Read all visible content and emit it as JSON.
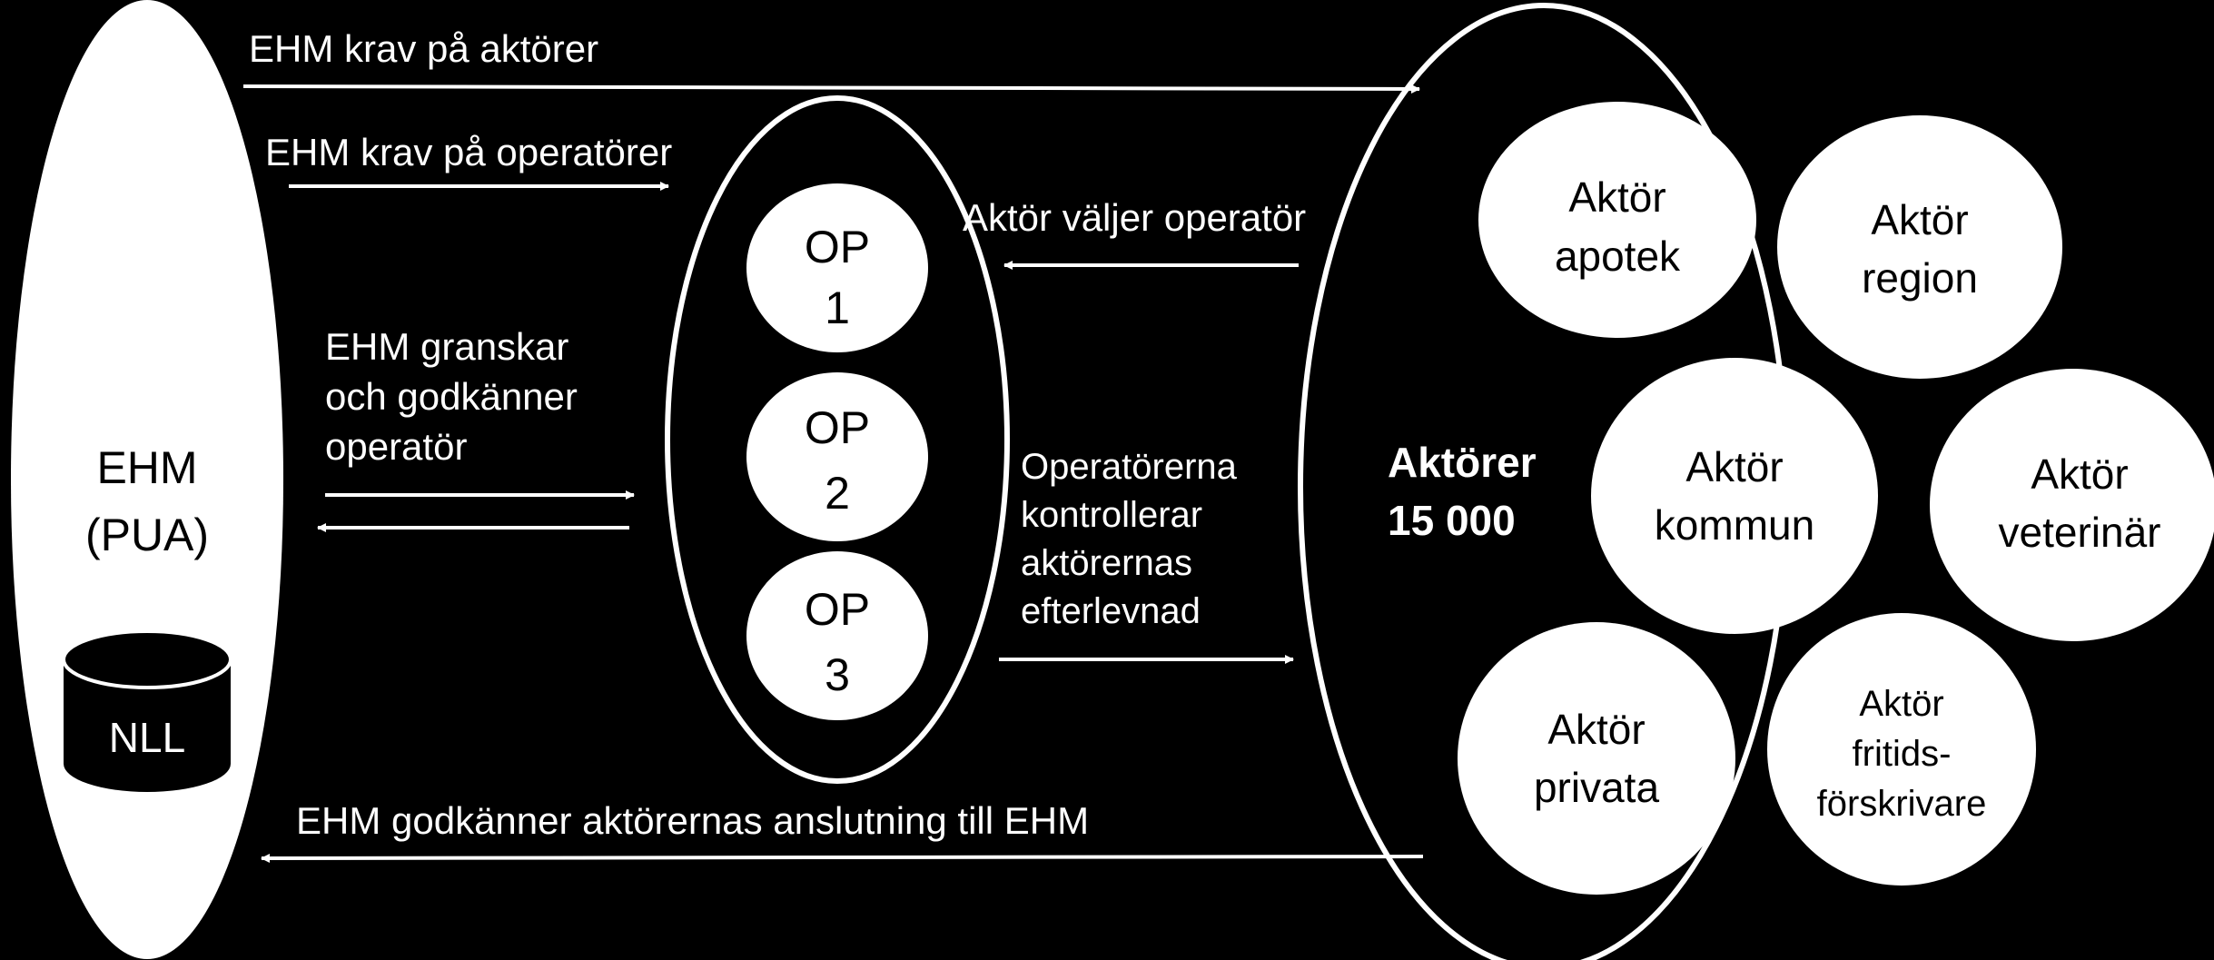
{
  "ehm": {
    "line1": "EHM",
    "line2": "(PUA)"
  },
  "nll": "NLL",
  "operators": [
    {
      "line1": "OP",
      "line2": "1"
    },
    {
      "line1": "OP",
      "line2": "2"
    },
    {
      "line1": "OP",
      "line2": "3"
    }
  ],
  "actors_group": {
    "line1": "Aktörer",
    "line2": "15 000"
  },
  "actors": [
    {
      "lines": [
        "Aktör",
        "apotek"
      ]
    },
    {
      "lines": [
        "Aktör",
        "region"
      ]
    },
    {
      "lines": [
        "Aktör",
        "kommun"
      ]
    },
    {
      "lines": [
        "Aktör",
        "veterinär"
      ]
    },
    {
      "lines": [
        "Aktör",
        "privata"
      ]
    },
    {
      "lines": [
        "Aktör",
        "fritids-",
        "förskrivare"
      ]
    }
  ],
  "labels": {
    "krav_aktorer": "EHM krav på aktörer",
    "krav_operatorer": "EHM krav på operatörer",
    "valjer_operator": "Aktör väljer operatör",
    "granskar": [
      "EHM granskar",
      "och godkänner",
      "operatör"
    ],
    "kontrollerar": [
      "Operatörerna",
      "kontrollerar",
      "aktörernas",
      "efterlevnad"
    ],
    "godkanner": "EHM godkänner aktörernas anslutning till EHM"
  },
  "colors": {
    "background": "#000000",
    "foreground": "#ffffff"
  }
}
